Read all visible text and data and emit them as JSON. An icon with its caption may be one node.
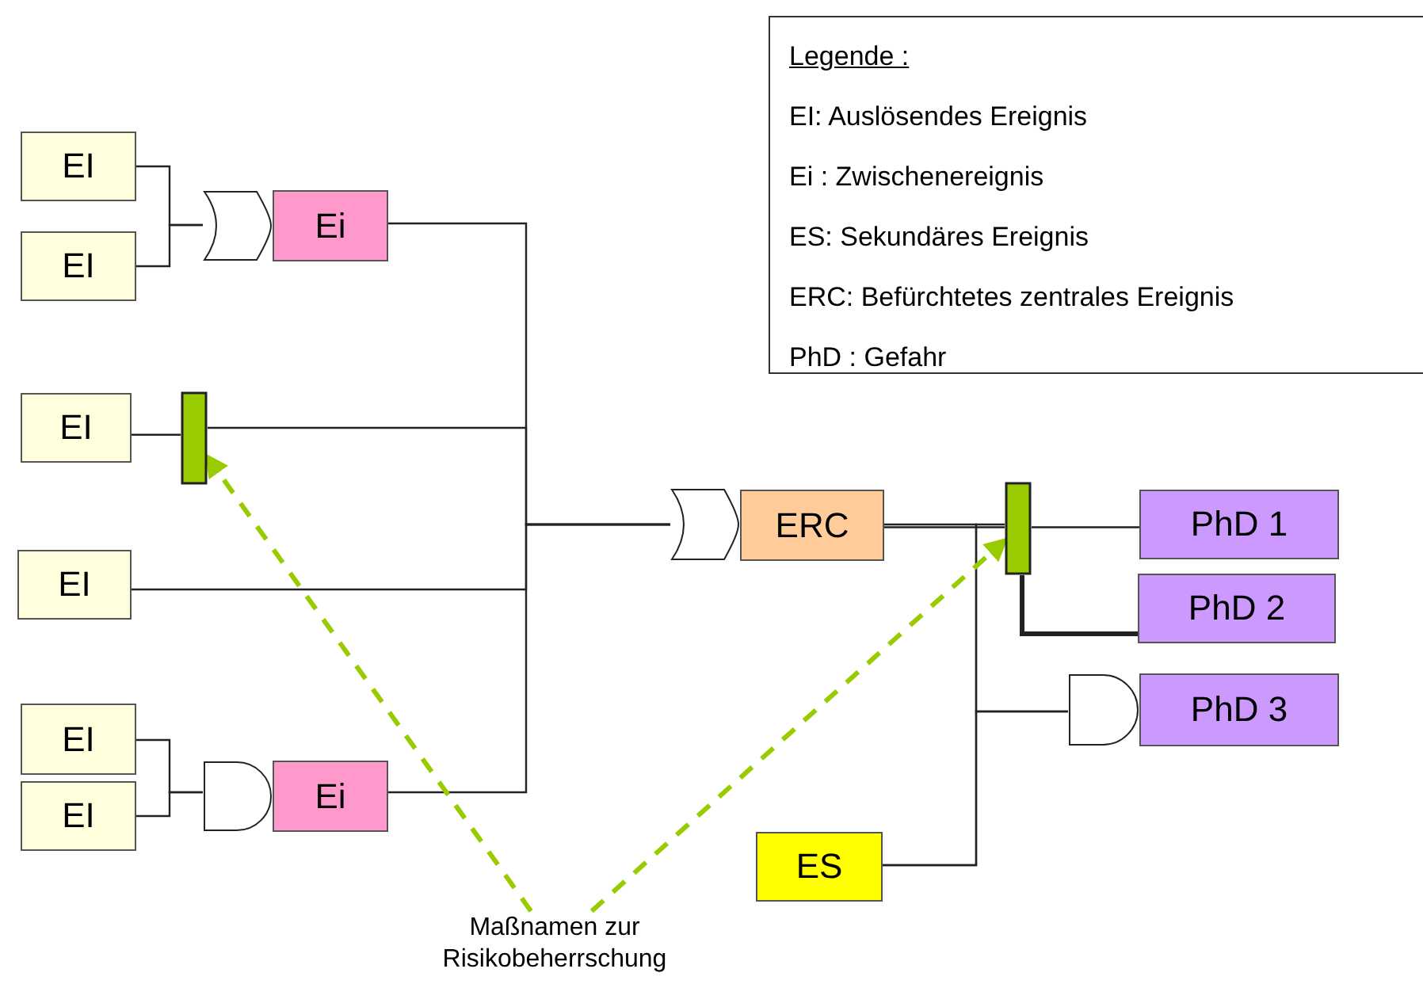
{
  "diagram": {
    "nodes": [
      {
        "text": [
          "EI"
        ]
      },
      {
        "text": [
          "EI"
        ]
      },
      {
        "text": [],
        "shape": "or-gate"
      },
      {
        "text": [
          "Ei"
        ]
      },
      {
        "text": [
          "EI"
        ]
      },
      {
        "text": [],
        "shape": "bar"
      },
      {
        "text": [
          "EI"
        ]
      },
      {
        "text": [
          "EI"
        ]
      },
      {
        "text": [
          "EI"
        ]
      },
      {
        "text": [],
        "shape": "and-gate"
      },
      {
        "text": [
          "Ei"
        ]
      },
      {
        "text": [],
        "shape": "or-gate"
      },
      {
        "text": [
          "ERC"
        ]
      },
      {
        "text": [],
        "shape": "bar"
      },
      {
        "text": [
          "PhD 1"
        ]
      },
      {
        "text": [
          "PhD 2"
        ]
      },
      {
        "text": [],
        "shape": "and-gate"
      },
      {
        "text": [
          "PhD 3"
        ]
      },
      {
        "text": [
          "ES"
        ]
      },
      {
        "text": [
          "Maßnamen zur Risikobeherrschung"
        ]
      }
    ],
    "edges": [
      {
        "from": 0,
        "to": 2,
        "arrow": "none"
      },
      {
        "from": 1,
        "to": 2,
        "arrow": "none"
      },
      {
        "from": 3,
        "to": 11,
        "arrow": "none"
      },
      {
        "from": 4,
        "to": 5,
        "arrow": "none"
      },
      {
        "from": 5,
        "to": 11,
        "arrow": "none"
      },
      {
        "from": 6,
        "to": 11,
        "arrow": "none"
      },
      {
        "from": 7,
        "to": 9,
        "arrow": "none"
      },
      {
        "from": 8,
        "to": 9,
        "arrow": "none"
      },
      {
        "from": 10,
        "to": 11,
        "arrow": "none"
      },
      {
        "from": 12,
        "to": 13,
        "arrow": "none"
      },
      {
        "from": 13,
        "to": 14,
        "arrow": "none"
      },
      {
        "from": 13,
        "to": 15,
        "arrow": "none",
        "style": "thick"
      },
      {
        "from": 12,
        "to": 16,
        "arrow": "none"
      },
      {
        "from": 18,
        "to": 13,
        "arrow": "none"
      },
      {
        "from": 18,
        "to": 16,
        "arrow": "none"
      },
      {
        "from": 19,
        "to": 5,
        "arrow": "to",
        "style": "dashed",
        "color": "#99cc00"
      },
      {
        "from": 19,
        "to": 13,
        "arrow": "to",
        "style": "dashed",
        "color": "#99cc00"
      }
    ],
    "labels": [
      "Legende :",
      "EI: Auslösendes Ereignis",
      "Ei : Zwischenereignis",
      "ES: Sekundäres Ereignis",
      "ERC: Befürchtetes zentrales Ereignis",
      "PhD : Gefahr"
    ]
  }
}
